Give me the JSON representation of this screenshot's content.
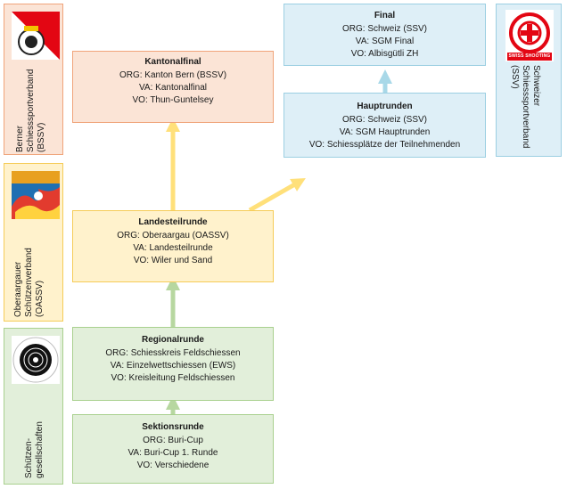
{
  "sides": {
    "bssv": {
      "label": "Berner\nSchiesssportverband\n(BSSV)",
      "color": "#f0a47a"
    },
    "oassv": {
      "label": "Oberaargauer\nSchützenverband\n(OASSV)",
      "color": "#f5cc58"
    },
    "local": {
      "label": "Schützen-\ngesellschaften",
      "color": "#a9d08e"
    },
    "ssv": {
      "label": "Schweizer\nSchiesssportverband\n(SSV)",
      "color": "#9ccfe2",
      "logo_text": "SWISS SHOOTING"
    }
  },
  "boxes": {
    "kantonalfinal": {
      "title": "Kantonalfinal",
      "org": "ORG: Kanton Bern (BSSV)",
      "va": "VA: Kantonalfinal",
      "vo": "VO: Thun-Guntelsey"
    },
    "landesteilrunde": {
      "title": "Landesteilrunde",
      "org": "ORG: Oberaargau (OASSV)",
      "va": "VA: Landesteilrunde",
      "vo": "VO: Wiler und Sand"
    },
    "regionalrunde": {
      "title": "Regionalrunde",
      "org": "ORG: Schiesskreis Feldschiessen",
      "va": "VA: Einzelwettschiessen (EWS)",
      "vo": "VO: Kreisleitung Feldschiessen"
    },
    "sektionsrunde": {
      "title": "Sektionsrunde",
      "org": "ORG: Buri-Cup",
      "va": "VA: Buri-Cup 1. Runde",
      "vo": "VO: Verschiedene"
    },
    "final": {
      "title": "Final",
      "org": "ORG: Schweiz (SSV)",
      "va": "VA: SGM Final",
      "vo": "VO: Albisgütli ZH"
    },
    "hauptrunden": {
      "title": "Hauptrunden",
      "org": "ORG: Schweiz (SSV)",
      "va": "VA: SGM Hauptrunden",
      "vo": "VO: Schiessplätze der Teilnehmenden"
    }
  },
  "arrow_colors": {
    "yellow": "#ffe07a",
    "green": "#b7d7a0",
    "blue": "#a8d8e8"
  }
}
